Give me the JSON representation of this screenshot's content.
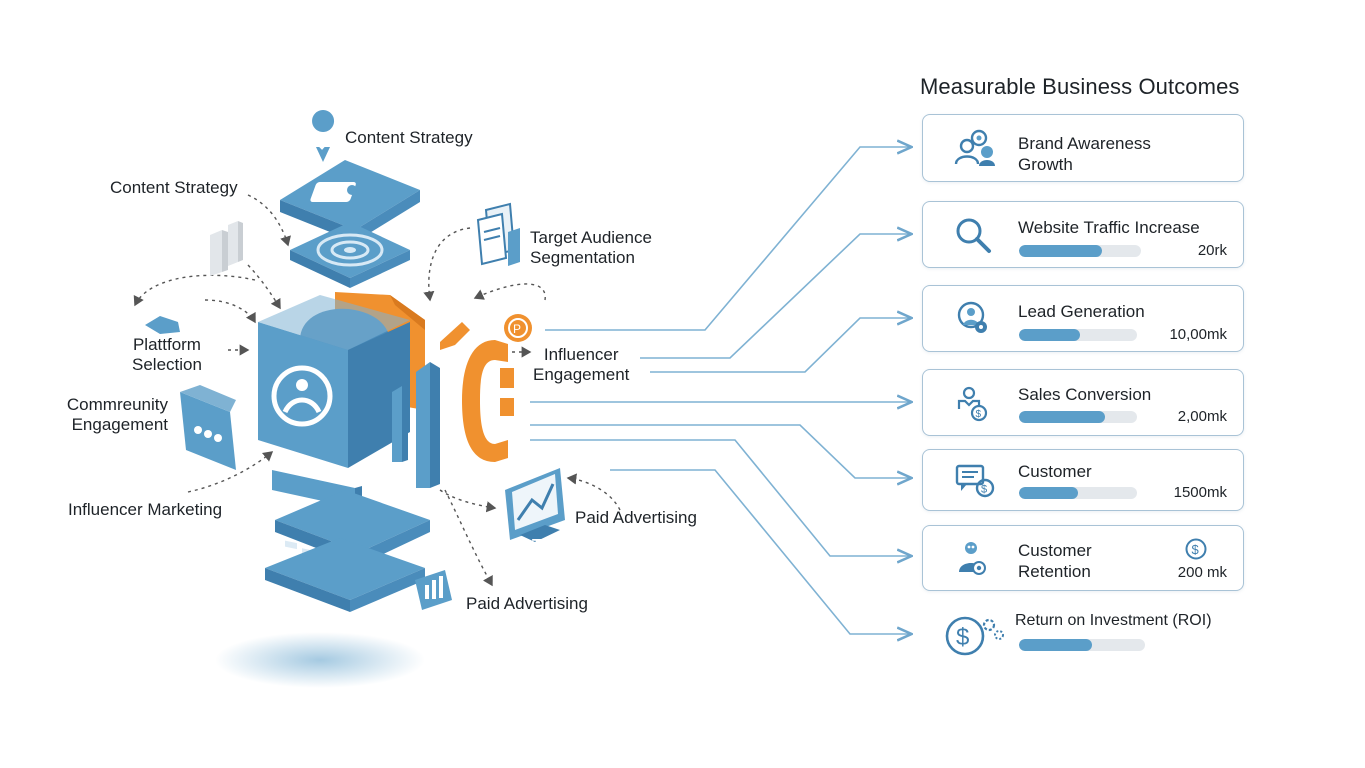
{
  "left_labels": {
    "content_strategy_top": "Content Strategy",
    "content_strategy_left": "Content Strategy",
    "target_audience": "Target Audience\nSegmentation",
    "platform_selection": "Plattform\nSelection",
    "influencer_engagement": "Influencer\nEngagement",
    "community_engagement": "Commreunity\nEngagement",
    "influencer_marketing": "Influencer Marketing",
    "paid_advertising_right": "Paid Advertising",
    "paid_advertising_bottom": "Paid Advertising"
  },
  "outcomes": {
    "title": "Measurable Business Outcomes",
    "items": [
      {
        "title": "Brand Awareness\nGrowth",
        "value": "",
        "progress": null,
        "icon": "people-gear-icon"
      },
      {
        "title": "Website Traffic Increase",
        "value": "20rk",
        "progress": 0.68,
        "icon": "magnifier-icon"
      },
      {
        "title": "Lead Generation",
        "value": "10,00mk",
        "progress": 0.52,
        "icon": "lead-person-icon"
      },
      {
        "title": "Sales Conversion",
        "value": "2,00mk",
        "progress": 0.73,
        "icon": "sales-dollar-icon"
      },
      {
        "title": "Customer",
        "value": "1500mk",
        "progress": 0.5,
        "icon": "chat-dollar-icon"
      },
      {
        "title": "Customer\nRetention",
        "value": "200 mk",
        "progress": null,
        "icon": "retention-person-icon"
      },
      {
        "title": "Return on Investment (ROI)",
        "value": "",
        "progress": 0.58,
        "icon": "dollar-gear-icon"
      }
    ]
  },
  "colors": {
    "blue": "#5b9ec9",
    "blue_dark": "#3f7fae",
    "orange": "#f0912f",
    "line": "#7fb2d3"
  }
}
